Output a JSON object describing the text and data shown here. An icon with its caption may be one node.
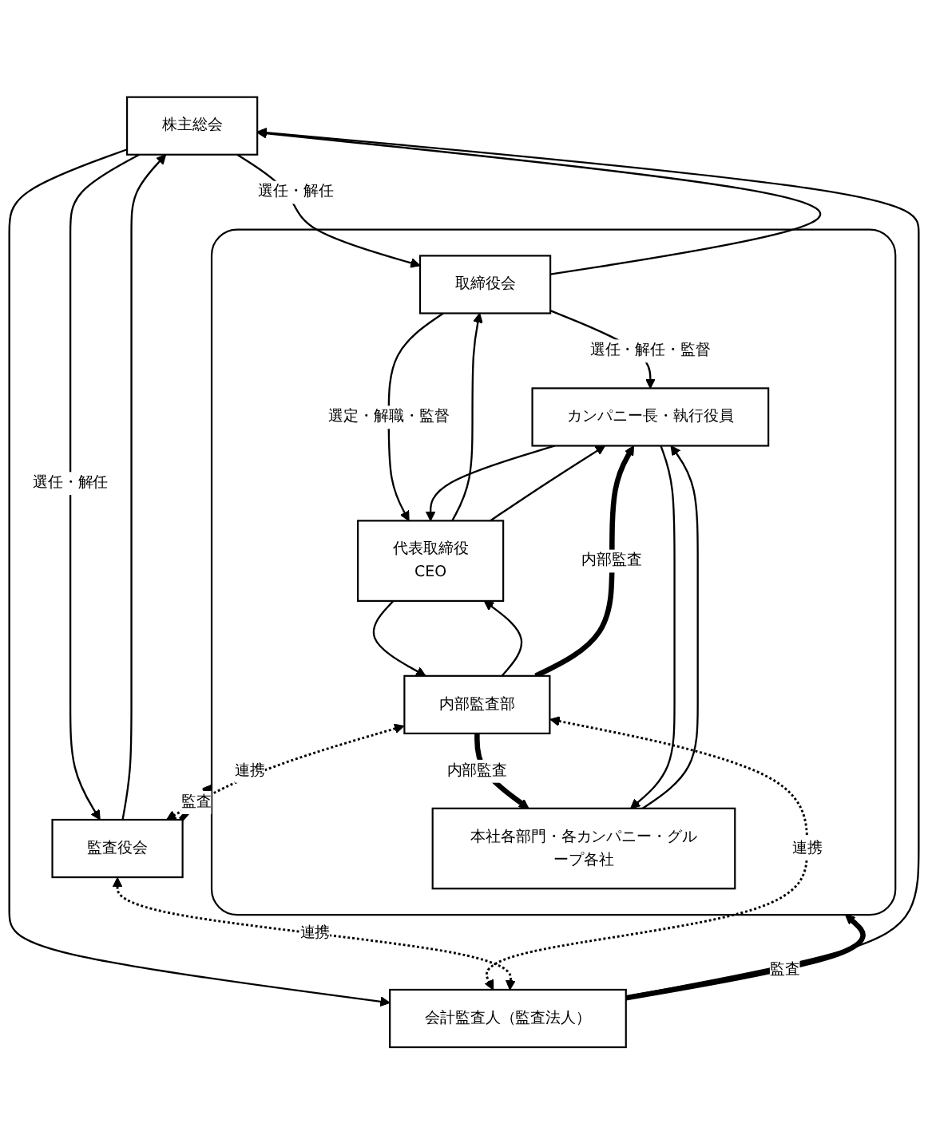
{
  "diagram": {
    "nodes": [
      {
        "text": [
          "株主総会"
        ]
      },
      {
        "text": [],
        "shape": "box"
      },
      {
        "text": [
          "取締役会"
        ],
        "in": 1
      },
      {
        "text": [
          "代表取締役",
          "CEO"
        ],
        "in": 1
      },
      {
        "text": [
          "カンパニー長・執行役員"
        ],
        "in": 1
      },
      {
        "text": [
          "内部監査部"
        ],
        "in": 1
      },
      {
        "text": [
          "本社各部門・各カンパニー・グループ各社"
        ],
        "in": 1
      },
      {
        "text": [
          "監査役会"
        ]
      },
      {
        "text": [
          "会計監査人（監査法人）"
        ]
      }
    ],
    "edges": [
      {
        "from": 2,
        "to": 0,
        "arrow": "to"
      },
      {
        "from": 0,
        "to": 2,
        "arrow": "to",
        "label": "選任・解任"
      },
      {
        "from": 7,
        "to": 0,
        "arrow": "to"
      },
      {
        "from": 8,
        "to": 0,
        "arrow": "to"
      },
      {
        "from": 0,
        "to": 7,
        "arrow": "to",
        "label": "選任・解任"
      },
      {
        "from": 0,
        "to": 8,
        "arrow": "to"
      },
      {
        "from": 2,
        "to": 4,
        "arrow": "to",
        "label": "選任・解任・監督"
      },
      {
        "from": 2,
        "to": 3,
        "arrow": "to",
        "label": "選定・解職・監督"
      },
      {
        "from": 3,
        "to": 2,
        "arrow": "to"
      },
      {
        "from": 4,
        "to": 3,
        "arrow": "to"
      },
      {
        "from": 3,
        "to": 4,
        "arrow": "to"
      },
      {
        "from": 5,
        "to": 3,
        "arrow": "to"
      },
      {
        "from": 3,
        "to": 5,
        "arrow": "to"
      },
      {
        "from": 5,
        "to": 4,
        "arrow": "to",
        "label": "内部監査",
        "style": "thick"
      },
      {
        "from": 5,
        "to": 6,
        "arrow": "to",
        "label": "内部監査",
        "style": "thick"
      },
      {
        "from": 4,
        "to": 6,
        "arrow": "to"
      },
      {
        "from": 6,
        "to": 4,
        "arrow": "to"
      },
      {
        "from": 7,
        "to": 1,
        "arrow": "to",
        "label": "監査",
        "style": "thick"
      },
      {
        "from": 8,
        "to": 1,
        "arrow": "to",
        "label": "監査",
        "style": "thick"
      },
      {
        "from": 5,
        "to": 7,
        "arrow": "both",
        "label": "連携",
        "style": "dashed"
      },
      {
        "from": 5,
        "to": 8,
        "arrow": "both",
        "label": "連携",
        "style": "dashed"
      },
      {
        "from": 7,
        "to": 8,
        "arrow": "both",
        "label": "連携",
        "style": "dashed"
      }
    ]
  }
}
